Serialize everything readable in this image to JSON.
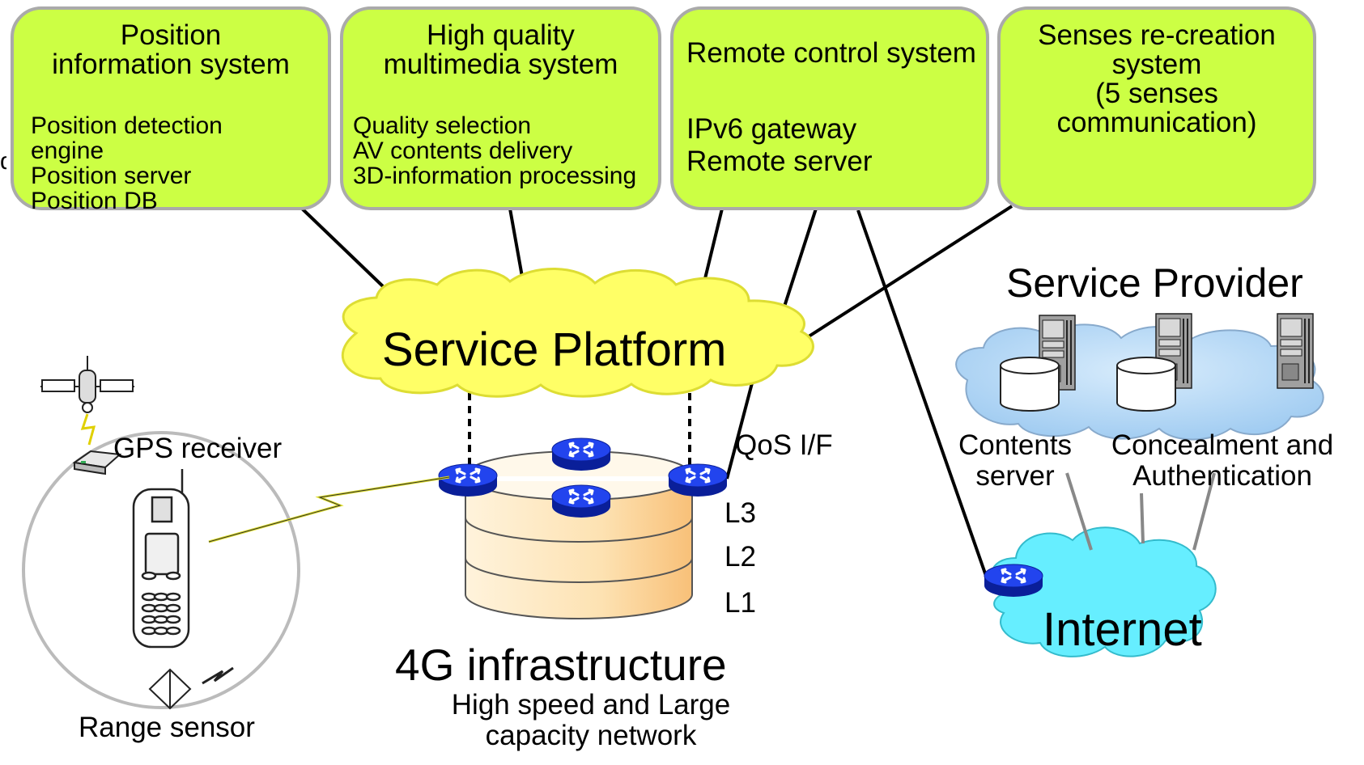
{
  "systems": [
    {
      "title": "Position\ninformation system",
      "items": [
        "Position detection",
        "engine",
        "Position server",
        "Position DB"
      ]
    },
    {
      "title": "High quality\nmultimedia system",
      "items": [
        "Quality selection",
        "AV contents delivery",
        "3D-information processing"
      ]
    },
    {
      "title": "Remote control system",
      "items": [
        "IPv6 gateway",
        "Remote server"
      ]
    },
    {
      "title": "Senses re-creation\nsystem\n(5 senses\ncommunication)",
      "items": []
    }
  ],
  "left_edge_fragment": "d",
  "service_platform": "Service Platform",
  "service_provider": {
    "title": "Service Provider",
    "contents_server": "Contents\nserver",
    "concealment": "Concealment and\nAuthentication"
  },
  "internet": "Internet",
  "infrastructure": {
    "title": "4G infrastructure",
    "subtitle": "High speed and Large\ncapacity network",
    "qos": "QoS I/F",
    "layers": [
      "L3",
      "L2",
      "L1"
    ]
  },
  "mobile": {
    "gps": "GPS receiver",
    "range_sensor": "Range sensor"
  },
  "colors": {
    "system_box": "#ccff44",
    "system_border": "#aaaaaa",
    "service_platform": "#ffff66",
    "service_provider_cloud": "#b0d8f8",
    "internet_cloud": "#66eeff",
    "router": "#1133dd",
    "cylinder": "#fcd79a",
    "lightning": "#eeee22"
  }
}
